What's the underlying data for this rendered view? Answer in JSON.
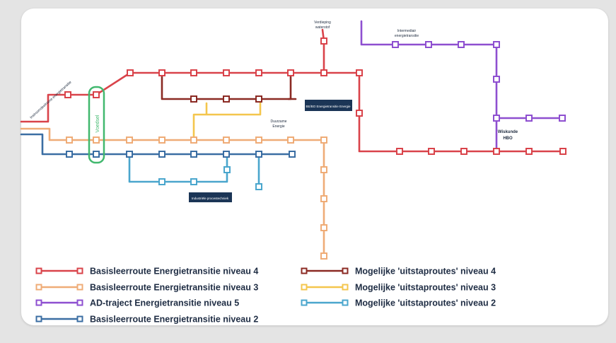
{
  "colors": {
    "red": "#d9434a",
    "orange": "#efac77",
    "purple": "#8e4fd0",
    "blue": "#3b6ea3",
    "darkred": "#8b2a23",
    "yellow": "#f4c64d",
    "lightblue": "#4aa6cd",
    "green": "#41b86e",
    "navy": "#1b3556"
  },
  "labels": {
    "instroom": "Instroomdeelname energietransitie",
    "voedsel": "Voedsel",
    "verdieping": "Verdieping waterstof",
    "intermediate": "Intermediair energietransitie",
    "duurzame": "Duurzame Energie",
    "wiskunde": "Wiskunde HBO",
    "box1": "BE/BO Energietransitie Energie",
    "box2": "Industriële procestechniek"
  },
  "legend": {
    "items": [
      {
        "label": "Basisleerroute Energietransitie niveau 4",
        "color": "#d9434a"
      },
      {
        "label": "Basisleerroute Energietransitie niveau 3",
        "color": "#efac77"
      },
      {
        "label": "AD-traject Energietransitie niveau 5",
        "color": "#8e4fd0"
      },
      {
        "label": "Basisleerroute Energietransitie niveau 2",
        "color": "#3b6ea3"
      },
      {
        "label": "Mogelijke 'uitstaproutes' niveau 4",
        "color": "#8b2a23"
      },
      {
        "label": "Mogelijke 'uitstaproutes' niveau 3",
        "color": "#f4c64d"
      },
      {
        "label": "Mogelijke 'uitstaproutes' niveau 2",
        "color": "#4aa6cd"
      }
    ]
  }
}
